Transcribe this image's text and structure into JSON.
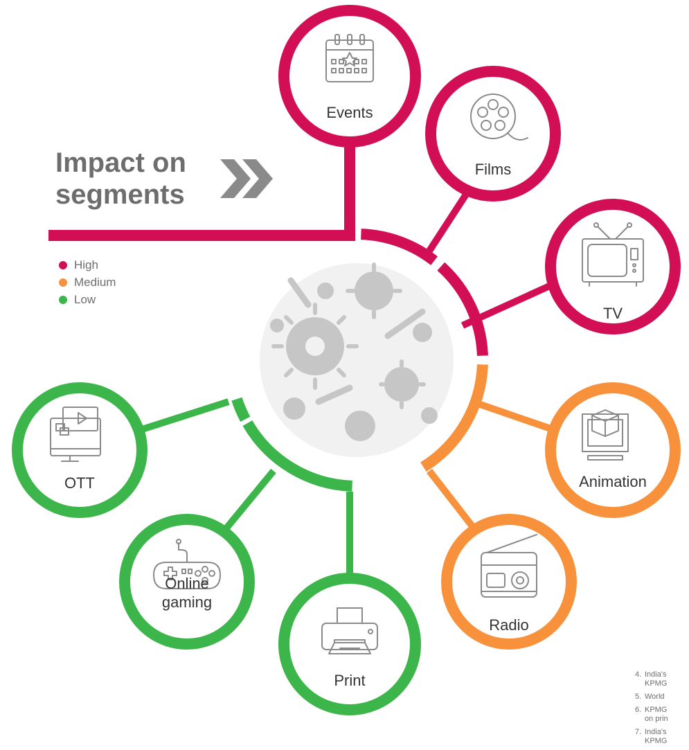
{
  "title": {
    "line1": "Impact on",
    "line2": "segments"
  },
  "legend": [
    {
      "label": "High",
      "color": "#d20f55"
    },
    {
      "label": "Medium",
      "color": "#f7913c"
    },
    {
      "label": "Low",
      "color": "#3cb54a"
    }
  ],
  "colors": {
    "high": "#d20f55",
    "medium": "#f7913c",
    "low": "#3cb54a",
    "icon": "#8a8a8a",
    "center": "#c8c8c8"
  },
  "segments": [
    {
      "id": "events",
      "label": "Events",
      "impact": "high",
      "icon": "calendar-star-icon"
    },
    {
      "id": "films",
      "label": "Films",
      "impact": "high",
      "icon": "film-reel-icon"
    },
    {
      "id": "tv",
      "label": "TV",
      "impact": "high",
      "icon": "television-icon"
    },
    {
      "id": "animation",
      "label": "Animation",
      "impact": "medium",
      "icon": "animation-cube-monitor-icon"
    },
    {
      "id": "radio",
      "label": "Radio",
      "impact": "medium",
      "icon": "radio-icon"
    },
    {
      "id": "print",
      "label": "Print",
      "impact": "low",
      "icon": "printer-icon"
    },
    {
      "id": "gaming",
      "label": "Online gaming",
      "label_lines": [
        "Online",
        "gaming"
      ],
      "impact": "low",
      "icon": "gamepad-icon"
    },
    {
      "id": "ott",
      "label": "OTT",
      "impact": "low",
      "icon": "ott-monitor-icon"
    }
  ],
  "footnotes": [
    {
      "num": "4.",
      "lines": [
        "India's",
        "KPMG"
      ]
    },
    {
      "num": "5.",
      "lines": [
        "World"
      ]
    },
    {
      "num": "6.",
      "lines": [
        "KPMG",
        "on prin"
      ]
    },
    {
      "num": "7.",
      "lines": [
        "India's",
        "KPMG"
      ]
    }
  ]
}
